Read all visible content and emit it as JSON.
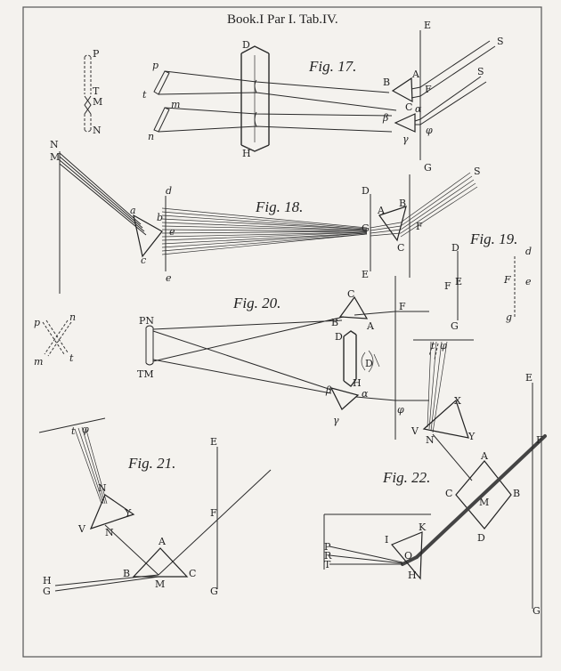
{
  "header": {
    "title": "Book.I Par I. Tab.IV."
  },
  "figures": {
    "fig17": {
      "caption": "Fig. 17."
    },
    "fig18": {
      "caption": "Fig. 18."
    },
    "fig19": {
      "caption": "Fig. 19."
    },
    "fig20": {
      "caption": "Fig. 20."
    },
    "fig21": {
      "caption": "Fig. 21."
    },
    "fig22": {
      "caption": "Fig. 22."
    }
  },
  "labels": {
    "P": "P",
    "T": "T",
    "M": "M",
    "N": "N",
    "p": "p",
    "t": "t",
    "m": "m",
    "n": "n",
    "D": "D",
    "H": "H",
    "E": "E",
    "G": "G",
    "F": "F",
    "S": "S",
    "A": "A",
    "B": "B",
    "C": "C",
    "alpha": "α",
    "beta": "β",
    "gamma": "γ",
    "phi": "φ",
    "a": "a",
    "b": "b",
    "c": "c",
    "d": "d",
    "e": "e",
    "g": "g",
    "PN": "PN",
    "TM": "TM",
    "V": "V",
    "X": "X",
    "Y": "Y",
    "I": "I",
    "K": "K",
    "O": "O",
    "R": "R"
  }
}
